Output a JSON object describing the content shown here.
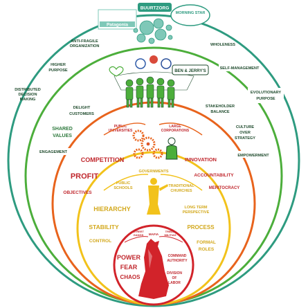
{
  "teal": {
    "brand_top": "BUURTZORG",
    "logo_left": "Patagonia",
    "logo_right": "MORNING STAR",
    "labels": [
      "ANTI-FRAGILE",
      "ORGANIZATION",
      "WHOLENESS",
      "HIGHER",
      "PURPOSE",
      "SELF-MANAGEMENT",
      "DISTRIBUTED",
      "DECISION",
      "MAKING",
      "EVOLUTIONARY",
      "PURPOSE"
    ]
  },
  "green": {
    "logo_center": "BEN & JERRY'S",
    "labels": [
      "DELIGHT",
      "CUSTOMERS",
      "STAKEHOLDER",
      "BALANCE",
      "SHARED",
      "VALUES",
      "CULTURE",
      "OVER",
      "STRATEGY",
      "ENGAGEMENT",
      "EMPOWERMENT"
    ]
  },
  "orange": {
    "labels": [
      "PUBLIC",
      "UNIVERSITIES",
      "LARGE",
      "CORPORATIONS",
      "COMPETITION",
      "INNOVATION",
      "PROFIT",
      "ACCOUNTABILITY",
      "MERITOCRACY",
      "OBJECTIVES"
    ]
  },
  "amber": {
    "labels": [
      "GOVERNMENTS",
      "PUBLIC",
      "SCHOOLS",
      "TRADITIONAL",
      "CHURCHES",
      "HIERARCHY",
      "LONG TERM",
      "PERSPECTIVE",
      "STABILITY",
      "PROCESS",
      "CONTROL",
      "FORMAL",
      "ROLES"
    ]
  },
  "red": {
    "labels": [
      "STREET",
      "GANGS",
      "MAFIA",
      "TRIBAL",
      "MILITIAS",
      "POWER",
      "FEAR",
      "CHAOS",
      "COMMAND",
      "AUTHORITY",
      "DIVISION",
      "OF",
      "LABOR"
    ]
  },
  "colors": {
    "teal": "#2e9b80",
    "green": "#4cae3b",
    "orange": "#e8631c",
    "amber": "#f2c21b",
    "red": "#d2232a",
    "dark_green": "#1e4a2c",
    "light_teal": "#7fc8b8"
  },
  "icons": [
    "bubble-cluster-icon",
    "people-group-icon",
    "gears-icon",
    "standing-figure-icon",
    "wolf-silhouette-icon"
  ]
}
